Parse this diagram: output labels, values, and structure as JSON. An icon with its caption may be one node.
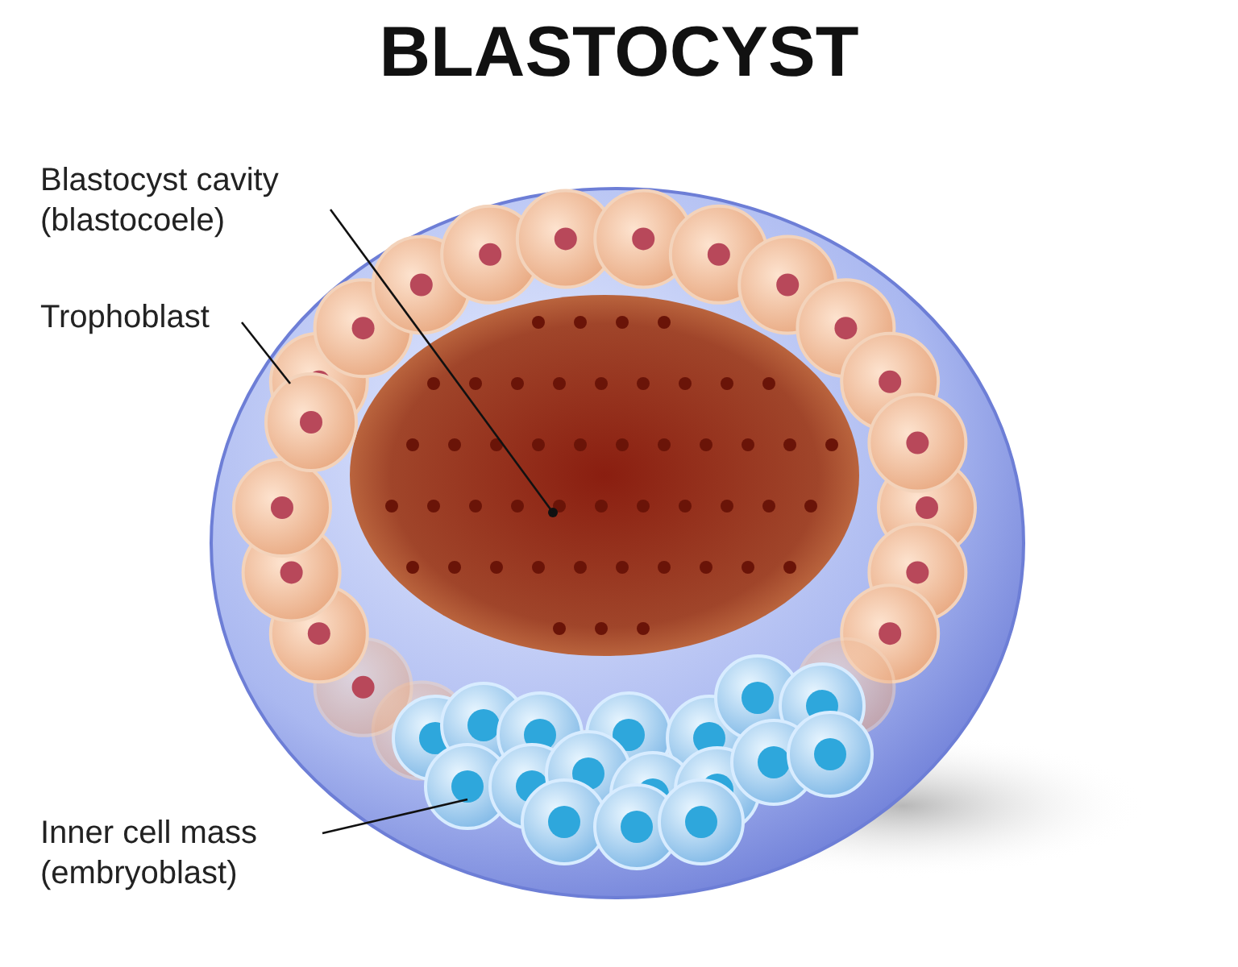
{
  "diagram": {
    "title": "BLASTOCYST",
    "nodes": [
      {
        "text": [
          "Blastocyst cavity (blastocoele)"
        ]
      },
      {
        "text": [
          "Trophoblast"
        ]
      },
      {
        "text": [
          "Inner cell mass (embryoblast)"
        ]
      },
      {
        "text": [],
        "shape": "picture"
      },
      {
        "text": [],
        "shape": "picture"
      },
      {
        "text": [],
        "shape": "picture"
      }
    ],
    "edges": [
      {
        "from": 0,
        "to": 3,
        "arrow": "none"
      },
      {
        "from": 1,
        "to": 4,
        "arrow": "none"
      },
      {
        "from": 2,
        "to": 5,
        "arrow": "none"
      }
    ]
  }
}
